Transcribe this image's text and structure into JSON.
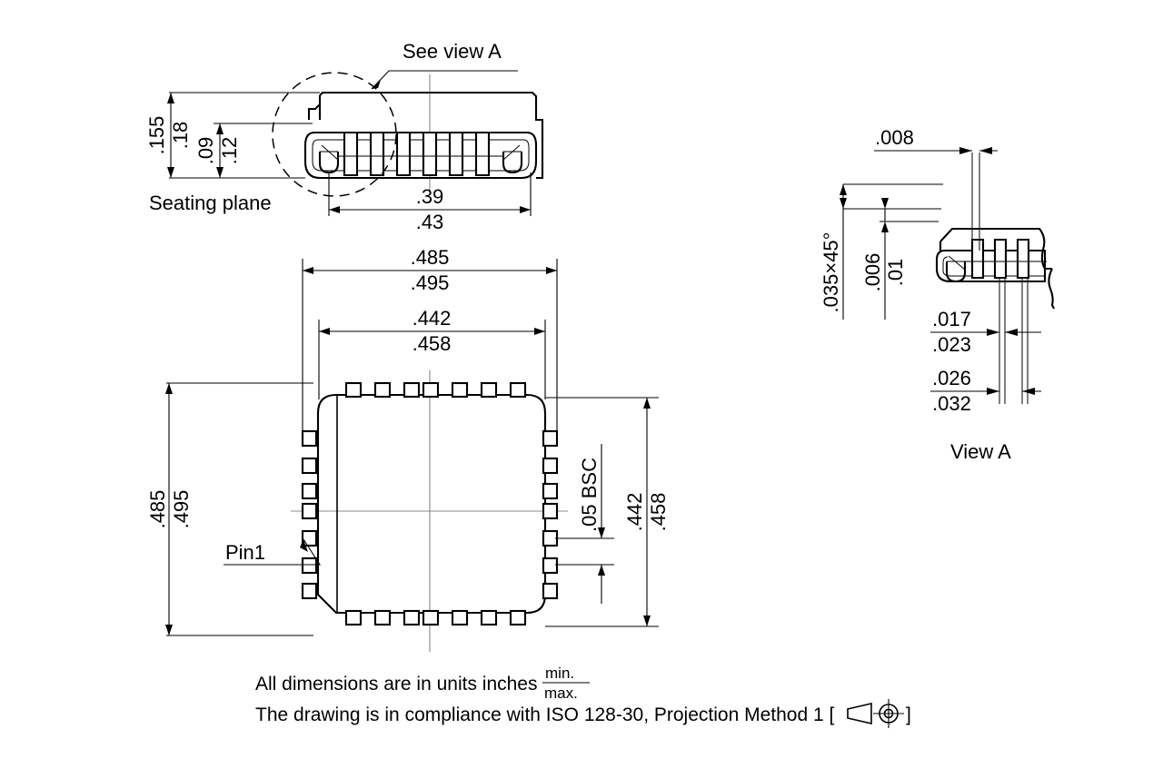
{
  "meta": {
    "title": "PLCC-28 package mechanical drawing",
    "background_color": "#ffffff",
    "line_color": "#000000",
    "centerline_color": "#888888"
  },
  "side_view": {
    "callout_label": "See view A",
    "seating_plane_label": "Seating plane",
    "dimensions": {
      "overall_height_min": ".155",
      "overall_height_max": ".18",
      "body_height_min": ".09",
      "body_height_max": ".12",
      "lead_span_min": ".39",
      "lead_span_max": ".43"
    }
  },
  "bottom_view": {
    "pin1_label": "Pin1",
    "pins_per_side": 7,
    "total_pins": 28,
    "dimensions": {
      "overall_width_min": ".485",
      "overall_width_max": ".495",
      "body_width_min": ".442",
      "body_width_max": ".458",
      "overall_height_min": ".485",
      "overall_height_max": ".495",
      "body_height_min": ".442",
      "body_height_max": ".458",
      "pitch": ".05 BSC"
    }
  },
  "view_a": {
    "title": "View A",
    "dimensions": {
      "lead_thickness_top": ".008",
      "chamfer": ".035×45°",
      "standoff_min": ".006",
      "standoff_max": ".01",
      "lead_width_min": ".017",
      "lead_width_max": ".023",
      "lead_pitch_min": ".026",
      "lead_pitch_max": ".032"
    }
  },
  "notes": {
    "line1_prefix": "All dimensions are in units inches",
    "fraction_numerator": "min.",
    "fraction_denominator": "max.",
    "line2": "The drawing is in compliance with ISO 128-30, Projection Method 1 [",
    "line2_suffix": "]",
    "projection_symbol_name": "first-angle-projection-symbol"
  }
}
